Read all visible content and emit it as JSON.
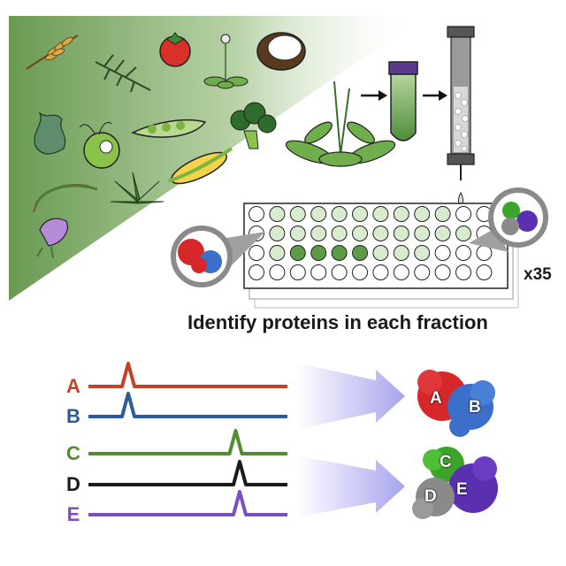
{
  "caption": "Identify proteins in each fraction",
  "replicates": "x35",
  "traces": [
    {
      "label": "A",
      "color": "#c0432a",
      "peak": 0.2
    },
    {
      "label": "B",
      "color": "#2e5b93",
      "peak": 0.2
    },
    {
      "label": "C",
      "color": "#4f8d2f",
      "peak": 0.74
    },
    {
      "label": "D",
      "color": "#1a1a1a",
      "peak": 0.76
    },
    {
      "label": "E",
      "color": "#7a4fc0",
      "peak": 0.76
    }
  ],
  "complexes": [
    {
      "labels": [
        "A",
        "B"
      ]
    },
    {
      "labels": [
        "C",
        "D",
        "E"
      ]
    }
  ],
  "colors": {
    "triangle": "#6a9a52",
    "plate_fill_strong": "#5e9b46",
    "plate_fill_light": "#d9ebcf",
    "arrow": "#b9b6f0"
  }
}
